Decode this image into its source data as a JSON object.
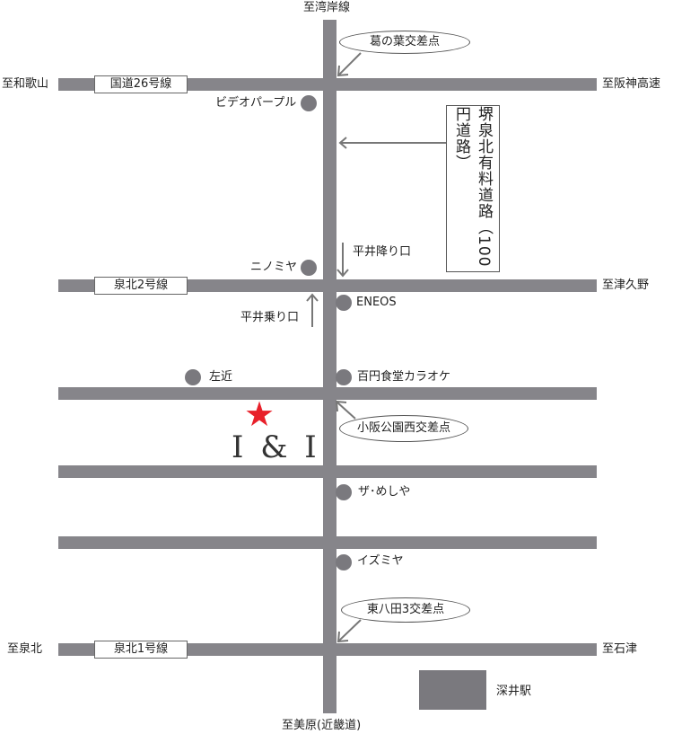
{
  "directions": {
    "north": "至湾岸線",
    "south": "至美原(近畿道)",
    "west_top": "至和歌山",
    "east_top": "至阪神高速",
    "east_mid": "至津久野",
    "west_bottom": "至泉北",
    "east_bottom": "至石津"
  },
  "road_labels": {
    "route26": "国道26号線",
    "senboku2": "泉北2号線",
    "senboku1": "泉北1号線"
  },
  "toll_road": "堺泉北有料道路（100円道路）",
  "intersections": {
    "kuzunoha": "葛の葉交差点",
    "kosaka": "小阪公園西交差点",
    "higashi_yata": "東八田3交差点"
  },
  "ramps": {
    "exit": "平井降り口",
    "entrance": "平井乗り口"
  },
  "landmarks": {
    "video": "ビデオパープル",
    "ninomiya": "ニノミヤ",
    "eneos": "ENEOS",
    "sakon": "左近",
    "karaoke": "百円食堂カラオケ",
    "meshiya": "ザ･めしや",
    "izumiya": "イズミヤ",
    "station": "深井駅"
  },
  "destination": {
    "name": "I & I",
    "marker": "red-star"
  },
  "colors": {
    "road": "#86858a",
    "marker": "#e8202a"
  }
}
